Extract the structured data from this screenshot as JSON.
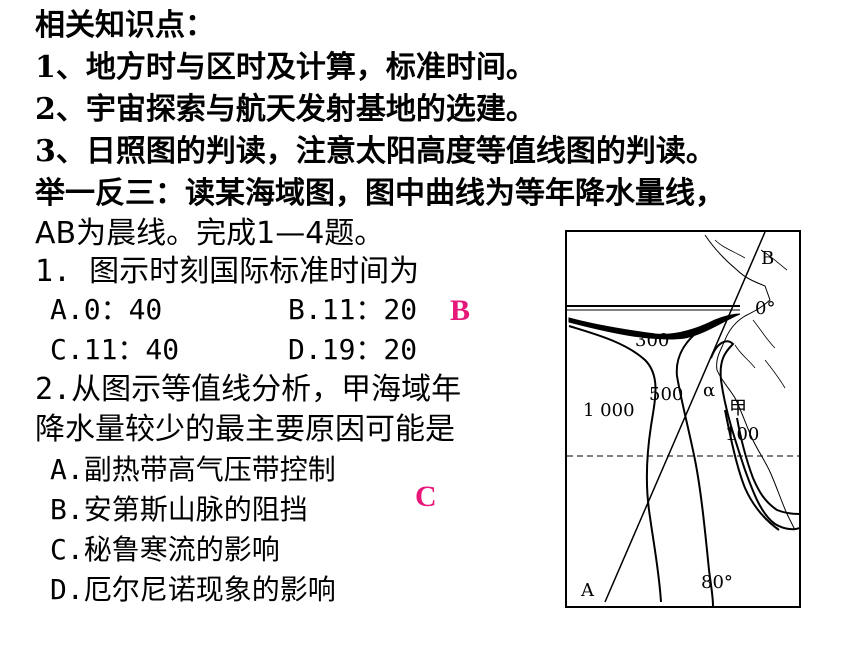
{
  "title": "相关知识点：",
  "points": [
    "1、地方时与区时及计算，标准时间。",
    "2、宇宙探索与航天发射基地的选建。",
    "3、日照图的判读，注意太阳高度等值线图的判读。"
  ],
  "intro_line1": "举一反三：读某海域图，图中曲线为等年降水量线，",
  "intro_line2": "AB为晨线。完成1—4题。",
  "q1": {
    "stem": "1.    图示时刻国际标准时间为",
    "options": [
      "A.0：40",
      "B.11：20",
      "C.11：40",
      "D.19：20"
    ],
    "answer": "B"
  },
  "q2": {
    "stem_line1": "2.从图示等值线分析，甲海域年",
    "stem_line2": "降水量较少的最主要原因可能是",
    "options": [
      "A.副热带高气压带控制",
      "B.安第斯山脉的阻挡",
      "C.秘鲁寒流的影响",
      "D.厄尔尼诺现象的影响"
    ],
    "answer": "C"
  },
  "map": {
    "labels": {
      "b": "B",
      "a": "A",
      "equator": "0°",
      "lon80": "80°",
      "iso300": "300",
      "iso500": "500",
      "iso1000": "1 000",
      "iso100": "100",
      "alpha": "α",
      "jia": "甲"
    }
  }
}
